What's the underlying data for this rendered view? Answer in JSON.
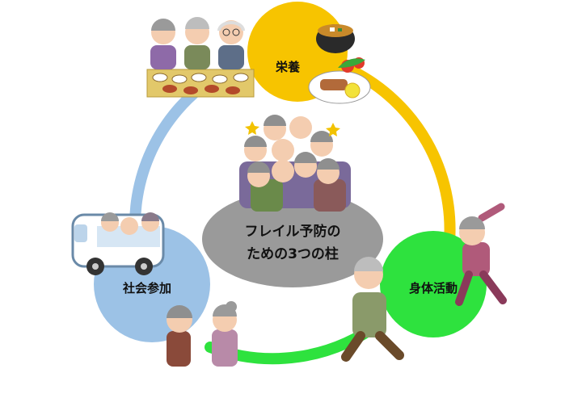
{
  "center": {
    "line1": "フレイル予防の",
    "line2": "ための3つの柱"
  },
  "pillars": [
    {
      "label": "栄養",
      "color": "#f7c400"
    },
    {
      "label": "身体活動",
      "color": "#2ee23e"
    },
    {
      "label": "社会参加",
      "color": "#9cc2e6"
    }
  ],
  "center_color": "#9a9a9a"
}
